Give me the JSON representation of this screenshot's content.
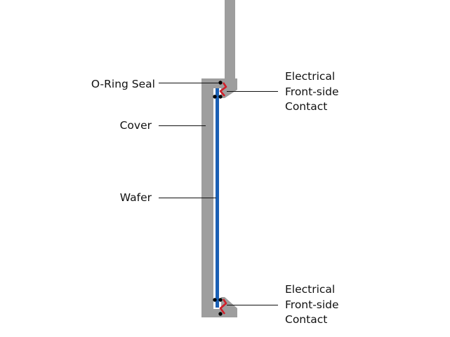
{
  "labels": {
    "o_ring_seal": "O-Ring Seal",
    "cover": "Cover",
    "wafer": "Wafer",
    "contact_top": [
      "Electrical",
      "Front-side",
      "Contact"
    ],
    "contact_bottom": [
      "Electrical",
      "Front-side",
      "Contact"
    ]
  },
  "colors": {
    "cover": "#9e9e9e",
    "wafer": "#1a5fb4",
    "contact": "#d0202a",
    "seal": "#000000",
    "leader": "#111111",
    "gap": "#ffffff"
  }
}
